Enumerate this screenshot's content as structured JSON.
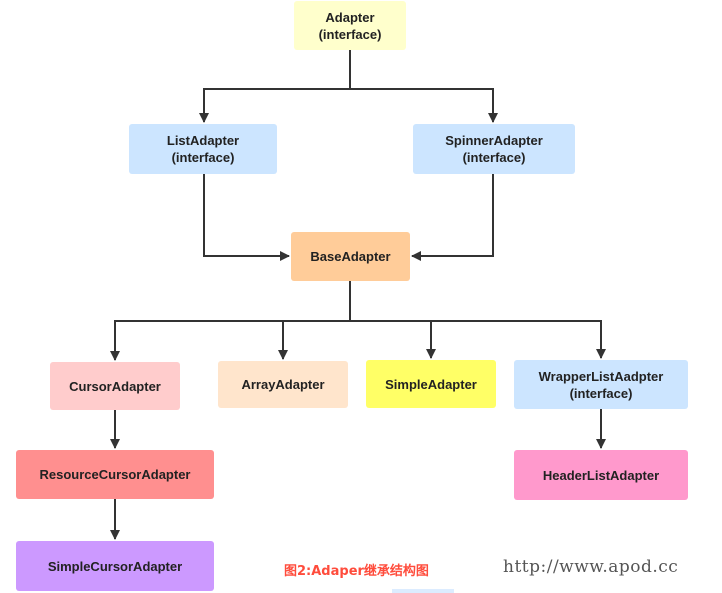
{
  "nodes": {
    "adapter": {
      "label": "Adapter\n(interface)",
      "color": "#ffffcc"
    },
    "list_adapter": {
      "label": "ListAdapter\n(interface)",
      "color": "#cce5ff"
    },
    "spinner_adapter": {
      "label": "SpinnerAdapter\n(interface)",
      "color": "#cce5ff"
    },
    "base_adapter": {
      "label": "BaseAdapter",
      "color": "#ffcc99"
    },
    "cursor_adapter": {
      "label": "CursorAdapter",
      "color": "#ffcccc"
    },
    "array_adapter": {
      "label": "ArrayAdapter",
      "color": "#ffe5cc"
    },
    "simple_adapter": {
      "label": "SimpleAdapter",
      "color": "#ffff66"
    },
    "wrapper_list_adapter": {
      "label": "WrapperListAadpter\n(interface)",
      "color": "#cce5ff"
    },
    "resource_cursor_adapter": {
      "label": "ResourceCursorAdapter",
      "color": "#ff8f8f"
    },
    "header_list_adapter": {
      "label": "HeaderListAdapter",
      "color": "#ff99cc"
    },
    "simple_cursor_adapter": {
      "label": "SimpleCursorAdapter",
      "color": "#cc99ff"
    }
  },
  "edges": [
    {
      "from": "adapter",
      "to": "list_adapter"
    },
    {
      "from": "adapter",
      "to": "spinner_adapter"
    },
    {
      "from": "list_adapter",
      "to": "base_adapter"
    },
    {
      "from": "spinner_adapter",
      "to": "base_adapter"
    },
    {
      "from": "base_adapter",
      "to": "cursor_adapter"
    },
    {
      "from": "base_adapter",
      "to": "array_adapter"
    },
    {
      "from": "base_adapter",
      "to": "simple_adapter"
    },
    {
      "from": "base_adapter",
      "to": "wrapper_list_adapter"
    },
    {
      "from": "cursor_adapter",
      "to": "resource_cursor_adapter"
    },
    {
      "from": "resource_cursor_adapter",
      "to": "simple_cursor_adapter"
    },
    {
      "from": "wrapper_list_adapter",
      "to": "header_list_adapter"
    }
  ],
  "caption": "图2:Adaper继承结构图",
  "watermark": "http://www.apod.cc",
  "line_color": "#333333"
}
